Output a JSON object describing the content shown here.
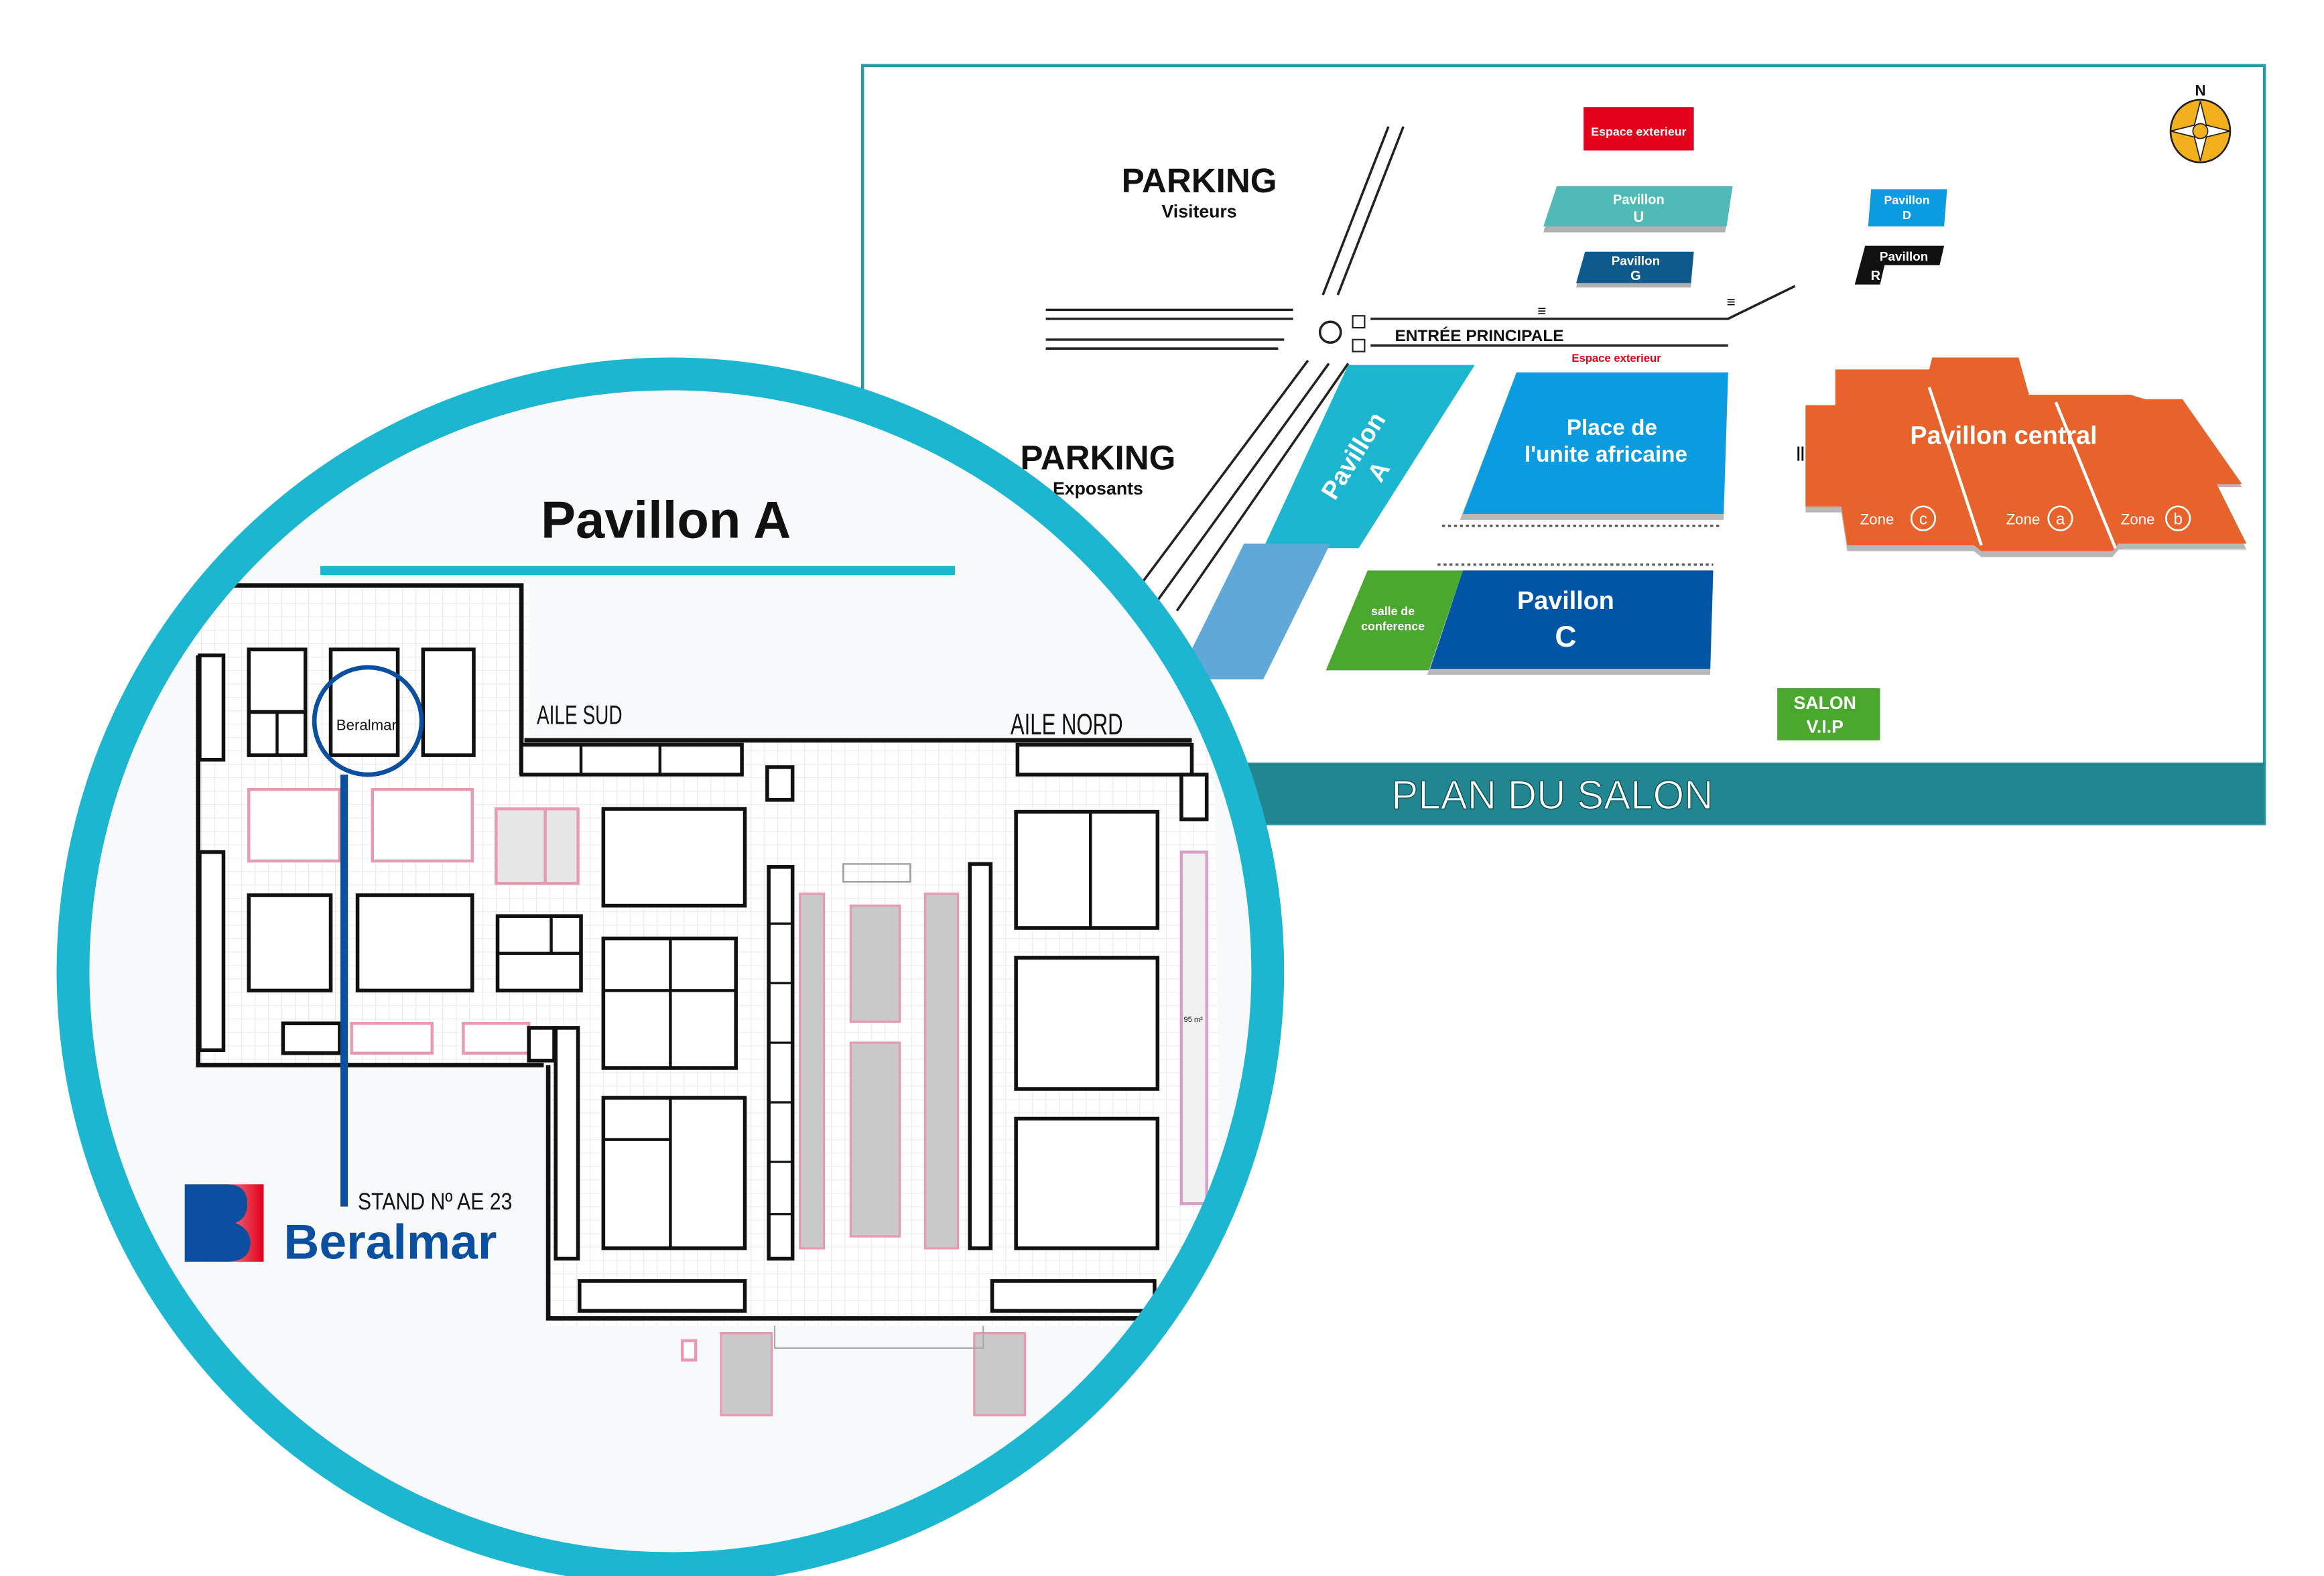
{
  "colors": {
    "teal_frame": "#2a9aa8",
    "banner": "#21868f",
    "cyan": "#1cb6d0",
    "orange": "#e8632b",
    "red": "#e2001a",
    "green": "#4aa82f",
    "navy": "#0056a4",
    "beralmar_blue": "#0a4fa0",
    "beralmar_red": "#e2001a"
  },
  "site_plan": {
    "banner_title": "PLAN DU SALON",
    "compass_label": "N",
    "parking_visiteurs": {
      "title": "PARKING",
      "subtitle": "Visiteurs"
    },
    "parking_exposants": {
      "title": "PARKING",
      "subtitle": "Exposants"
    },
    "entrance_label": "ENTRÉE PRINCIPALE",
    "espace_exterieur_top": "Espace exterieur",
    "espace_exterieur_entrance": "Espace exterieur",
    "pavillon_u": {
      "line1": "Pavillon",
      "line2": "U"
    },
    "pavillon_g": {
      "line1": "Pavillon",
      "line2": "G"
    },
    "pavillon_d": {
      "line1": "Pavillon",
      "line2": "D"
    },
    "pavillon_r": {
      "line1": "Pavillon",
      "line2": "R"
    },
    "pavillon_a": {
      "line1": "Pavillon",
      "line2": "A"
    },
    "place_unite": {
      "line1": "Place  de",
      "line2": "l'unite africaine"
    },
    "salle_conference": {
      "line1": "salle de",
      "line2": "conference"
    },
    "pavillon_c": {
      "line1": "Pavillon",
      "line2": "C"
    },
    "salon_vip": {
      "line1": "SALON",
      "line2": "V.I.P"
    },
    "pavillon_central": {
      "title": "Pavillon central",
      "zones": [
        {
          "label": "Zone",
          "letter": "c"
        },
        {
          "label": "Zone",
          "letter": "a"
        },
        {
          "label": "Zone",
          "letter": "b"
        }
      ]
    }
  },
  "hall_detail": {
    "title": "Pavillon A",
    "aile_sud": "AILE SUD",
    "aile_nord": "AILE NORD",
    "area_label": "95 m²",
    "highlight_stand": "Beralmar",
    "stand_label": "STAND Nº AE 23",
    "company_logo": "Beralmar"
  }
}
